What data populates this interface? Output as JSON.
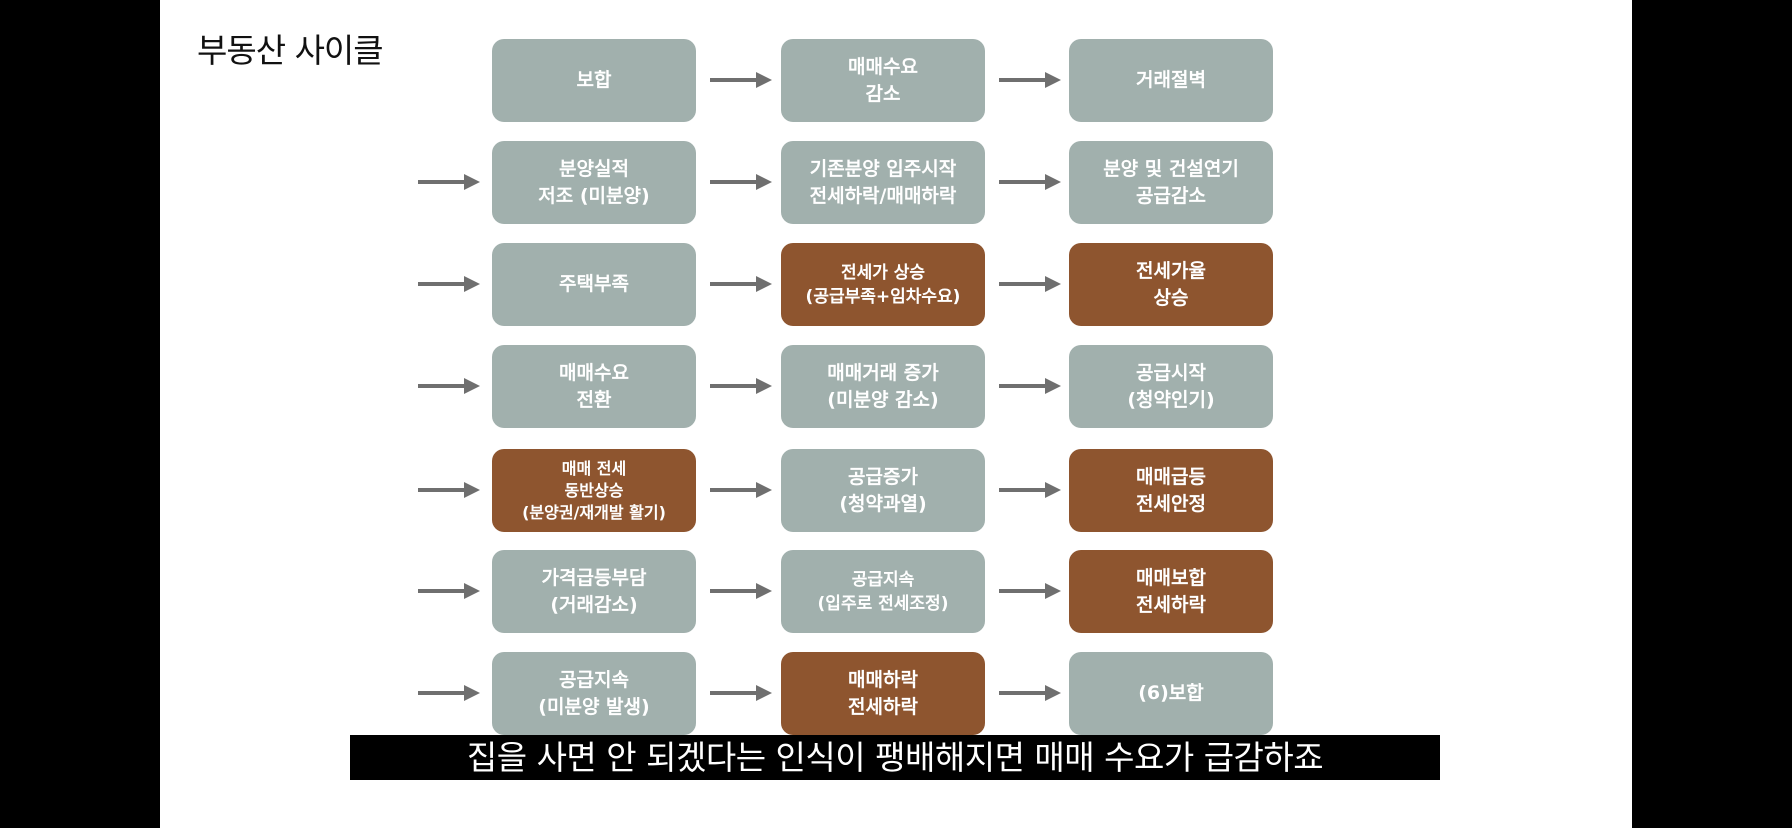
{
  "title": "부동산 사이클",
  "colors": {
    "gray_box": "#a1b0ad",
    "brown_box": "#8e552f",
    "arrow": "#6f6f6f"
  },
  "rows": [
    {
      "left_arrow": false,
      "boxes": [
        {
          "text": "보합",
          "color": "gray"
        },
        {
          "text": "매매수요\n감소",
          "color": "gray"
        },
        {
          "text": "거래절벽",
          "color": "gray"
        }
      ]
    },
    {
      "left_arrow": true,
      "boxes": [
        {
          "text": "분양실적\n저조 (미분양)",
          "color": "gray"
        },
        {
          "text": "기존분양 입주시작\n전세하락/매매하락",
          "color": "gray"
        },
        {
          "text": "분양 및 건설연기\n공급감소",
          "color": "gray"
        }
      ]
    },
    {
      "left_arrow": true,
      "boxes": [
        {
          "text": "주택부족",
          "color": "gray"
        },
        {
          "text": "전세가 상승\n(공급부족+임차수요)",
          "color": "brown"
        },
        {
          "text": "전세가율\n상승",
          "color": "brown"
        }
      ]
    },
    {
      "left_arrow": true,
      "boxes": [
        {
          "text": "매매수요\n전환",
          "color": "gray"
        },
        {
          "text": "매매거래 증가\n(미분양 감소)",
          "color": "gray"
        },
        {
          "text": "공급시작\n(청약인기)",
          "color": "gray"
        }
      ]
    },
    {
      "left_arrow": true,
      "boxes": [
        {
          "text": "매매 전세\n동반상승\n(분양권/재개발 활기)",
          "color": "brown"
        },
        {
          "text": "공급증가\n(청약과열)",
          "color": "gray"
        },
        {
          "text": "매매급등\n전세안정",
          "color": "brown"
        }
      ]
    },
    {
      "left_arrow": true,
      "boxes": [
        {
          "text": "가격급등부담\n(거래감소)",
          "color": "gray"
        },
        {
          "text": "공급지속\n(입주로 전세조정)",
          "color": "gray"
        },
        {
          "text": "매매보합\n전세하락",
          "color": "brown"
        }
      ]
    },
    {
      "left_arrow": true,
      "boxes": [
        {
          "text": "공급지속\n(미분양 발생)",
          "color": "gray"
        },
        {
          "text": "매매하락\n전세하락",
          "color": "brown"
        },
        {
          "text": "(6)보합",
          "color": "gray"
        }
      ]
    }
  ],
  "subtitle": "집을 사면 안 되겠다는 인식이 팽배해지면 매매 수요가 급감하죠"
}
